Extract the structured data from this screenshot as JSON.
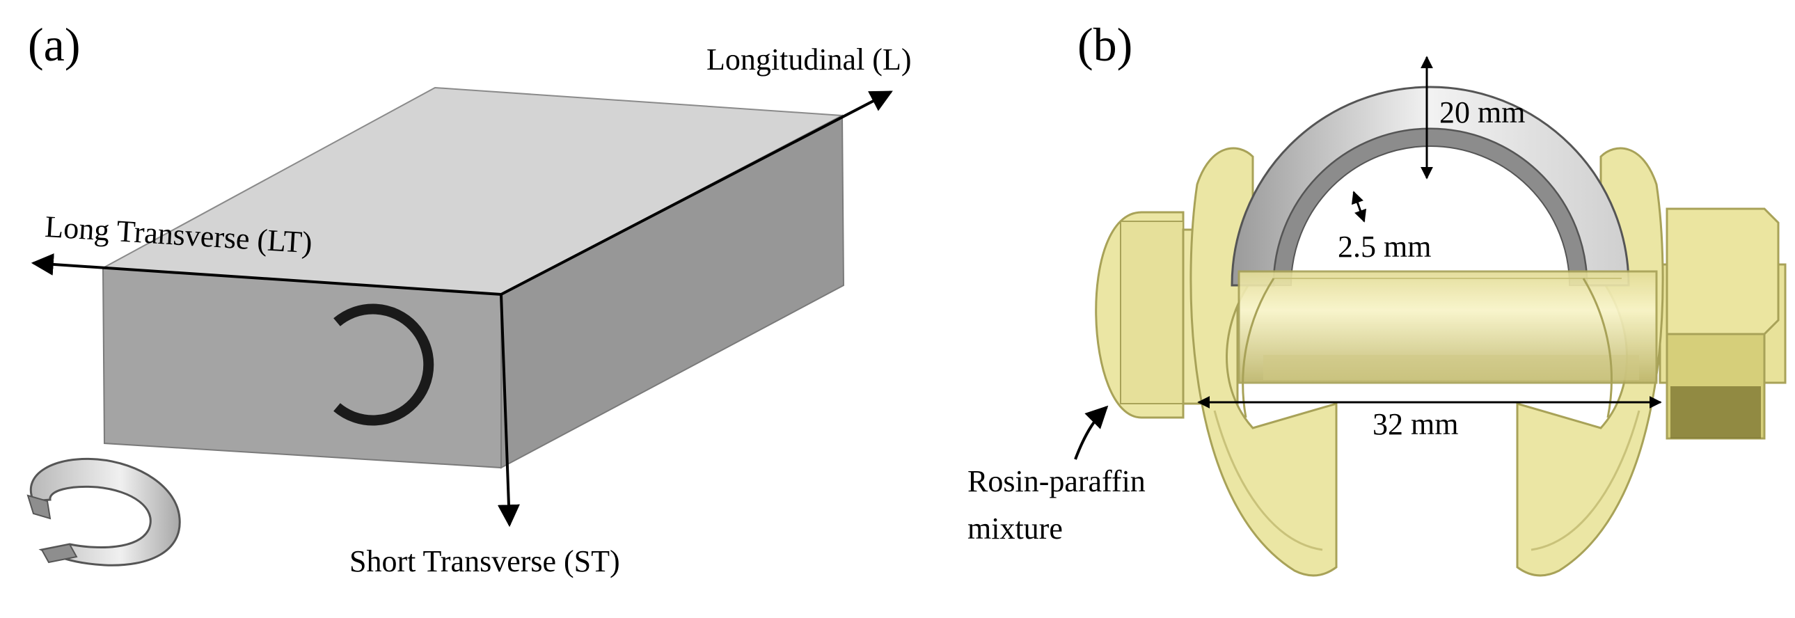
{
  "panel_a": {
    "panel_label": "(a)",
    "axis_longitudinal": "Longitudinal (L)",
    "axis_long_transverse": "Long Transverse (LT)",
    "axis_short_transverse": "Short Transverse (ST)"
  },
  "panel_b": {
    "panel_label": "(b)",
    "dim_height": "20 mm",
    "dim_thickness": "2.5 mm",
    "dim_width": "32 mm",
    "coating_label_line1": "Rosin-paraffin",
    "coating_label_line2": "mixture"
  },
  "colors": {
    "block_top": "#d4d4d4",
    "block_front": "#a4a4a4",
    "block_side": "#979797",
    "ring": "#1a1a1a",
    "fixture_yellow": "#e9e4a0",
    "fixture_edge": "#a8a258",
    "specimen_gray": "#8c8c8c",
    "specimen_light": "#dcdcdc"
  }
}
